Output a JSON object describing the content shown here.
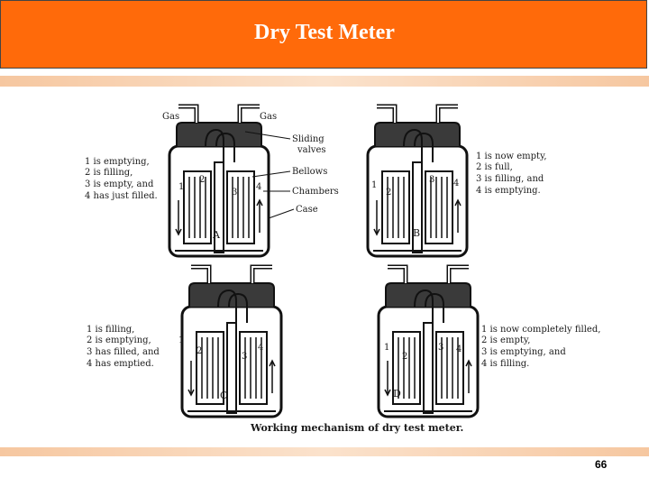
{
  "slide": {
    "title": "Dry Test Meter",
    "page_number": "66"
  },
  "figure": {
    "caption": "Working mechanism of dry test meter.",
    "gas_in": "Gas",
    "gas_out": "Gas",
    "labels": {
      "sliding": "Sliding",
      "valves": "valves",
      "bellows": "Bellows",
      "chambers": "Chambers",
      "case": "Case"
    },
    "panels": [
      {
        "letter": "A",
        "lines": [
          "1 is emptying,",
          "2 is filling,",
          "3 is empty, and",
          "4 has just filled."
        ]
      },
      {
        "letter": "B",
        "lines": [
          "1 is now empty,",
          "2 is full,",
          "3 is filling, and",
          "4 is emptying."
        ]
      },
      {
        "letter": "C",
        "lines": [
          "1 is filling,",
          "2 is emptying,",
          "3 has filled, and",
          "4 has emptied."
        ]
      },
      {
        "letter": "D",
        "lines": [
          "1 is now completely filled,",
          "2 is empty,",
          "3 is emptying, and",
          "4 is filling."
        ]
      }
    ],
    "chamber_numbers": [
      "1",
      "2",
      "3",
      "4"
    ]
  }
}
